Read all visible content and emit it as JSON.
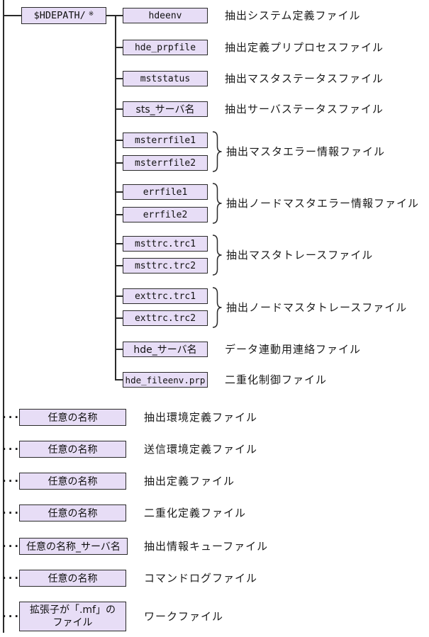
{
  "colors": {
    "box_fill": "#e7ddf6",
    "box_border": "#2a2a2a",
    "line_color": "#2a2a2a",
    "text_color": "#1a1a1a",
    "background": "#ffffff"
  },
  "continuation_marker": "···",
  "root": {
    "label": "$HDEPATH/",
    "note_marker": "※"
  },
  "tree_rows": [
    {
      "box": "hdeenv",
      "label": "抽出システム定義ファイル"
    },
    {
      "box": "hde_prpfile",
      "label": "抽出定義プリプロセスファイル"
    },
    {
      "box": "mststatus",
      "label": "抽出マスタステータスファイル"
    },
    {
      "box": "sts_サーバ名",
      "label": "抽出サーバステータスファイル"
    }
  ],
  "tree_pairs": [
    {
      "box1": "msterrfile1",
      "box2": "msterrfile2",
      "label": "抽出マスタエラー情報ファイル"
    },
    {
      "box1": "errfile1",
      "box2": "errfile2",
      "label": "抽出ノードマスタエラー情報ファイル"
    },
    {
      "box1": "msttrc.trc1",
      "box2": "msttrc.trc2",
      "label": "抽出マスタトレースファイル"
    },
    {
      "box1": "exttrc.trc1",
      "box2": "exttrc.trc2",
      "label": "抽出ノードマスタトレースファイル"
    }
  ],
  "tree_rows_tail": [
    {
      "box": "hde_サーバ名",
      "label": "データ連動用連絡ファイル"
    },
    {
      "box": "hde_fileenv.prp",
      "label": "二重化制御ファイル"
    }
  ],
  "loose_rows": [
    {
      "box": "任意の名称",
      "label": "抽出環境定義ファイル"
    },
    {
      "box": "任意の名称",
      "label": "送信環境定義ファイル"
    },
    {
      "box": "任意の名称",
      "label": "抽出定義ファイル"
    },
    {
      "box": "任意の名称",
      "label": "二重化定義ファイル"
    },
    {
      "box": "任意の名称_サーバ名",
      "label": "抽出情報キューファイル"
    },
    {
      "box": "任意の名称",
      "label": "コマンドログファイル"
    },
    {
      "box_line1": "拡張子が「.mf」の",
      "box_line2": "ファイル",
      "label": "ワークファイル"
    }
  ]
}
